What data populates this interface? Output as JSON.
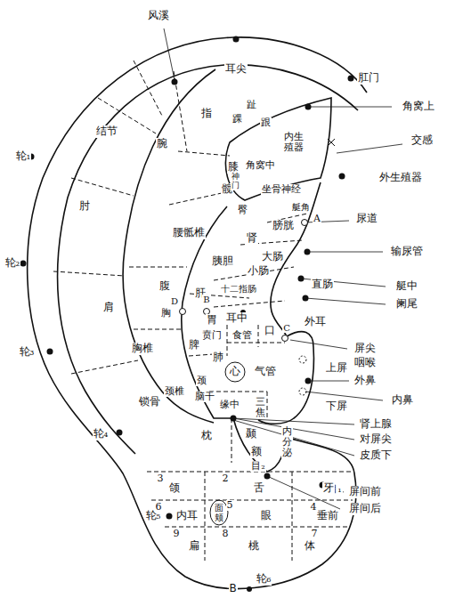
{
  "diagram": {
    "caption": "B",
    "labels": [
      "风溪",
      "耳尖",
      "肛门",
      "角窝上",
      "交感",
      "外生殖器",
      "A",
      "尿道",
      "输尿管",
      "艇中",
      "阑尾",
      "轮₁",
      "轮₂",
      "轮₃",
      "轮₄",
      "轮₅",
      "轮₆",
      "结节",
      "指",
      "腕",
      "肘",
      "肩",
      "锁骨",
      "趾",
      "踝",
      "跟",
      "膝",
      "髋",
      "腰骶椎",
      "腹",
      "胸椎",
      "胸",
      "D",
      "颈椎",
      "颈",
      "内生殖器",
      "角窝中",
      "神门",
      "坐骨神经",
      "臀",
      "艇角",
      "膀胱",
      "肾",
      "大肠",
      "胰胆",
      "小肠",
      "直肠",
      "肝",
      "十二指肠",
      "耳中",
      "B",
      "胃",
      "脾",
      "贲门",
      "食管",
      "口",
      "C",
      "外耳",
      "肺",
      "心",
      "气管",
      "屏尖",
      "咽喉",
      "上屏",
      "外鼻",
      "内鼻",
      "下屏",
      "肾上腺",
      "对屏尖",
      "皮质下",
      "三焦",
      "脑干",
      "缘中",
      "枕",
      "颞",
      "额",
      "内分泌",
      "目₂",
      "目₁",
      "屏间前",
      "屏间后",
      "3",
      "2",
      "颌",
      "舌",
      "牙",
      "6",
      "5",
      "4",
      "内耳",
      "面颊",
      "眼",
      "垂前",
      "9",
      "8",
      "7",
      "扁",
      "桃",
      "体"
    ]
  }
}
